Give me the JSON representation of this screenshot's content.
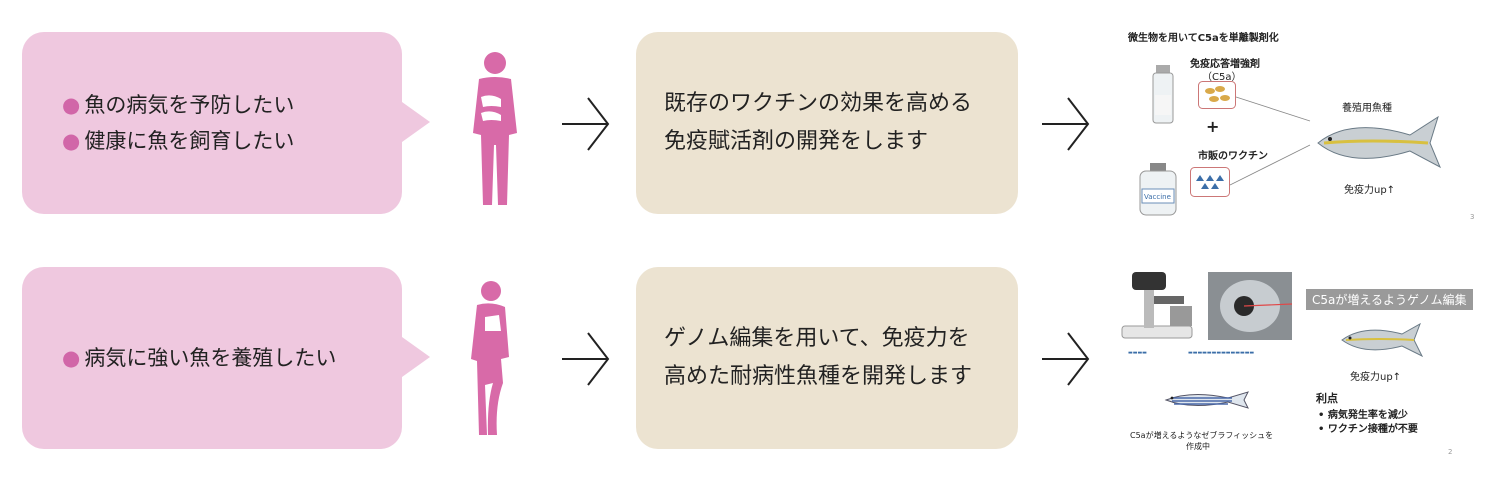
{
  "rows": [
    {
      "needs": [
        "魚の病気を予防したい",
        "健康に魚を飼育したい"
      ],
      "solution": [
        "既存のワクチンの効果を高める",
        "免疫賦活剤の開発をします"
      ],
      "slide": {
        "title": "微生物を用いてC5aを単離製剤化",
        "agent_label_1": "免疫応答増強剤",
        "agent_label_2": "（C5a）",
        "plus": "+",
        "vaccine_label": "市販のワクチン",
        "vaccine_bottle_text": "Vaccine",
        "fish_label": "養殖用魚種",
        "result": "免疫力up↑",
        "page": "3"
      }
    },
    {
      "needs": [
        "病気に強い魚を養殖したい"
      ],
      "solution": [
        "ゲノム編集を用いて、免疫力を",
        "高めた耐病性魚種を開発します"
      ],
      "slide": {
        "banner": "C5aが増えるようゲノム編集",
        "result": "免疫力up↑",
        "benefits_title": "利点",
        "benefits": [
          "病気発生率を減少",
          "ワクチン接種が不要"
        ],
        "zebrafish_caption_1": "C5aが増えるようなゼブラフィッシュを",
        "zebrafish_caption_2": "作成中",
        "page": "2"
      }
    }
  ],
  "colors": {
    "need_bubble": "#efc8df",
    "bullet_dot": "#d166a8",
    "person": "#d86aa8",
    "solution_box": "#ece3d1"
  },
  "icons": {
    "bullet": "●",
    "person": "person-thinking-icon",
    "arrow": "chevron-right-arrow-icon"
  }
}
